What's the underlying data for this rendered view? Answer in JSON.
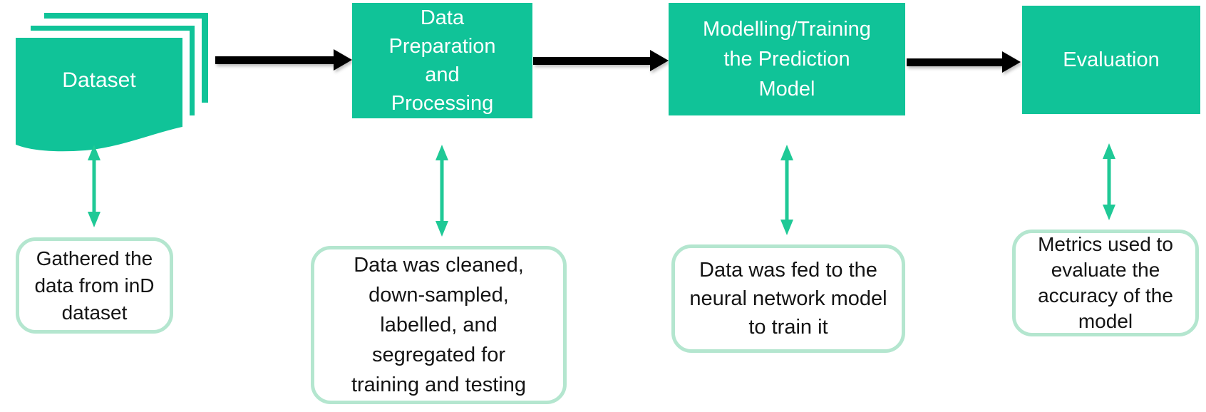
{
  "diagram": {
    "type": "horizontal-process-flowchart",
    "colors": {
      "shape_green": "#10C398",
      "connector_green": "#1FC996",
      "description_border_green": "#B4E6CF",
      "flow_arrow_black": "#000000",
      "stage_label_text": "#FFFFFF",
      "description_text": "#141414",
      "background": "#FFFFFF"
    },
    "stages": [
      {
        "label_lines": [
          "Dataset"
        ],
        "icon": "document-stack-icon",
        "description_lines": [
          "Gathered the",
          "data from inD",
          "dataset"
        ]
      },
      {
        "label_lines": [
          "Data",
          "Preparation",
          "and",
          "Processing"
        ],
        "description_lines": [
          "Data was cleaned,",
          "down-sampled,",
          "labelled, and",
          "segregated for",
          "training and testing"
        ]
      },
      {
        "label_lines": [
          "Modelling/Training",
          "the Prediction",
          "Model"
        ],
        "description_lines": [
          "Data was fed to the",
          "neural network model",
          "to train it"
        ]
      },
      {
        "label_lines": [
          "Evaluation"
        ],
        "description_lines": [
          "Metrics used to",
          "evaluate the",
          "accuracy of the",
          "model"
        ]
      }
    ]
  }
}
